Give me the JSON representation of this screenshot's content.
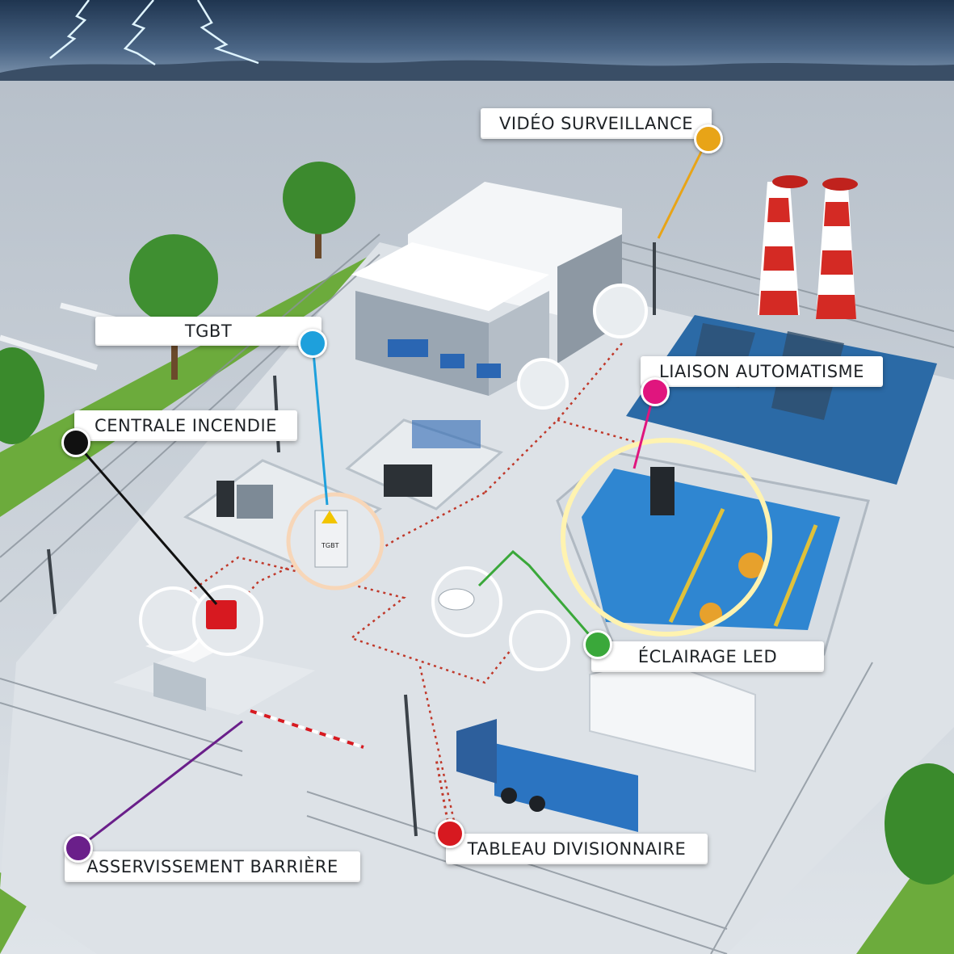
{
  "labels": {
    "video": "VIDÉO SURVEILLANCE",
    "tgbt": "TGBT",
    "automatisme": "LIAISON AUTOMATISME",
    "incendie": "CENTRALE INCENDIE",
    "eclairage": "ÉCLAIRAGE LED",
    "tableau": "TABLEAU DIVISIONNAIRE",
    "barriere": "ASSERVISSEMENT BARRIÈRE"
  },
  "signs": {
    "tgbt_cabinet": "TGBT"
  },
  "colors": {
    "video": "#e8a417",
    "tgbt": "#1ea0dc",
    "automatisme": "#e0157e",
    "incendie": "#111111",
    "eclairage": "#3aa83a",
    "tableau": "#d71920",
    "barriere": "#6a1f8a",
    "wiring": "#c0392b"
  }
}
